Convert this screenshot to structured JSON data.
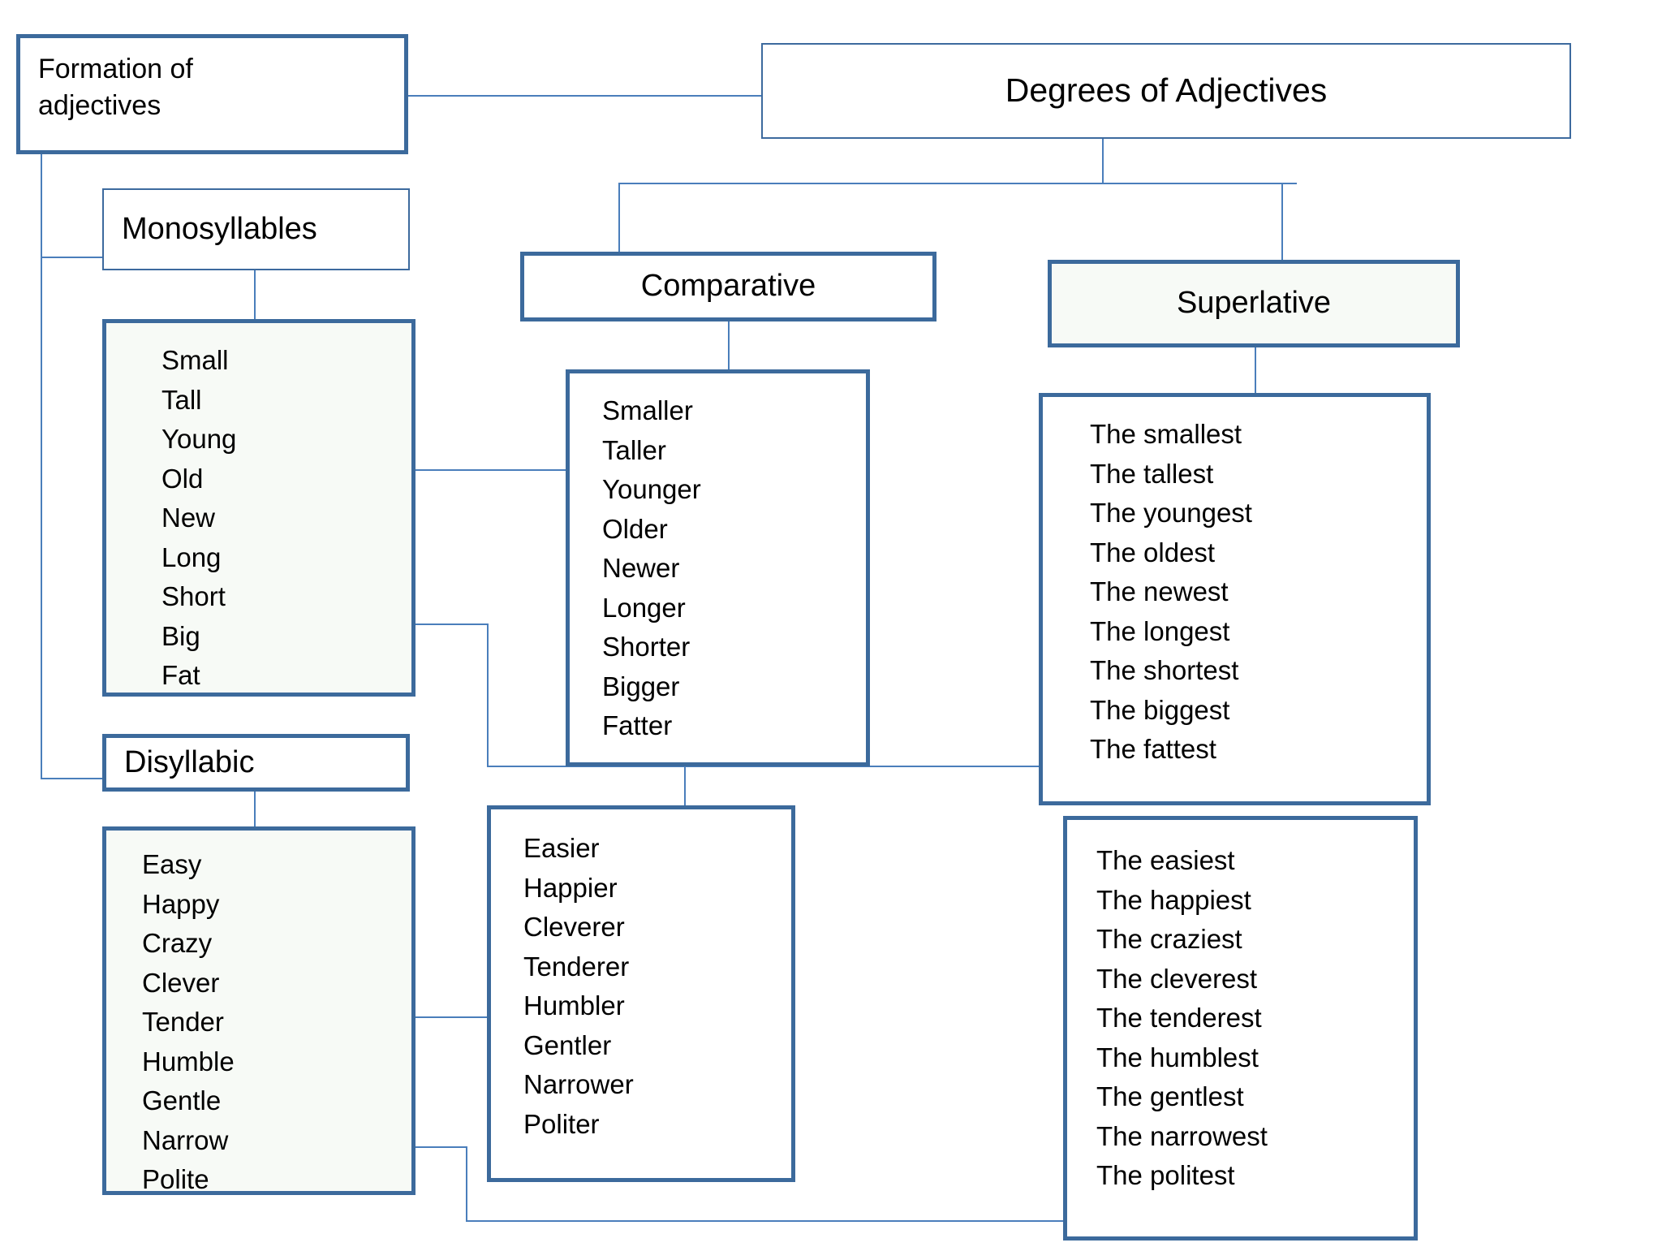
{
  "diagram": {
    "title": "Degrees of Adjectives",
    "root_left": "Formation of\nadjectives",
    "nodes": {
      "formation": "Formation of adjectives",
      "degrees": "Degrees of Adjectives",
      "monosyllables": "Monosyllables",
      "disyllabic": "Disyllabic",
      "comparative": "Comparative",
      "superlative": "Superlative"
    },
    "lists": {
      "monosyllables_base": [
        "Small",
        "Tall",
        "Young",
        "Old",
        "New",
        "Long",
        "Short",
        "Big",
        "Fat"
      ],
      "monosyllables_comparative": [
        "Smaller",
        "Taller",
        "Younger",
        "Older",
        "Newer",
        "Longer",
        "Shorter",
        "Bigger",
        "Fatter"
      ],
      "monosyllables_superlative": [
        "The smallest",
        "The tallest",
        "The youngest",
        "The oldest",
        "The newest",
        "The longest",
        "The shortest",
        "The biggest",
        "The fattest"
      ],
      "disyllabic_base": [
        "Easy",
        "Happy",
        "Crazy",
        "Clever",
        "Tender",
        "Humble",
        "Gentle",
        "Narrow",
        "Polite"
      ],
      "disyllabic_comparative": [
        "Easier",
        "Happier",
        "Cleverer",
        "Tenderer",
        "Humbler",
        "Gentler",
        "Narrower",
        "Politer"
      ],
      "disyllabic_superlative": [
        "The easiest",
        "The happiest",
        "The craziest",
        "The cleverest",
        "The tenderest",
        "The humblest",
        "The gentlest",
        "The narrowest",
        "The politest"
      ]
    },
    "colors": {
      "border_thin": "#3d6a9e",
      "border_thick": "#3c6a9c",
      "connector": "#4a7ebb",
      "box_fill": "#ffffff",
      "box_fill_tinted": "#f7faf6",
      "text": "#000000"
    }
  }
}
